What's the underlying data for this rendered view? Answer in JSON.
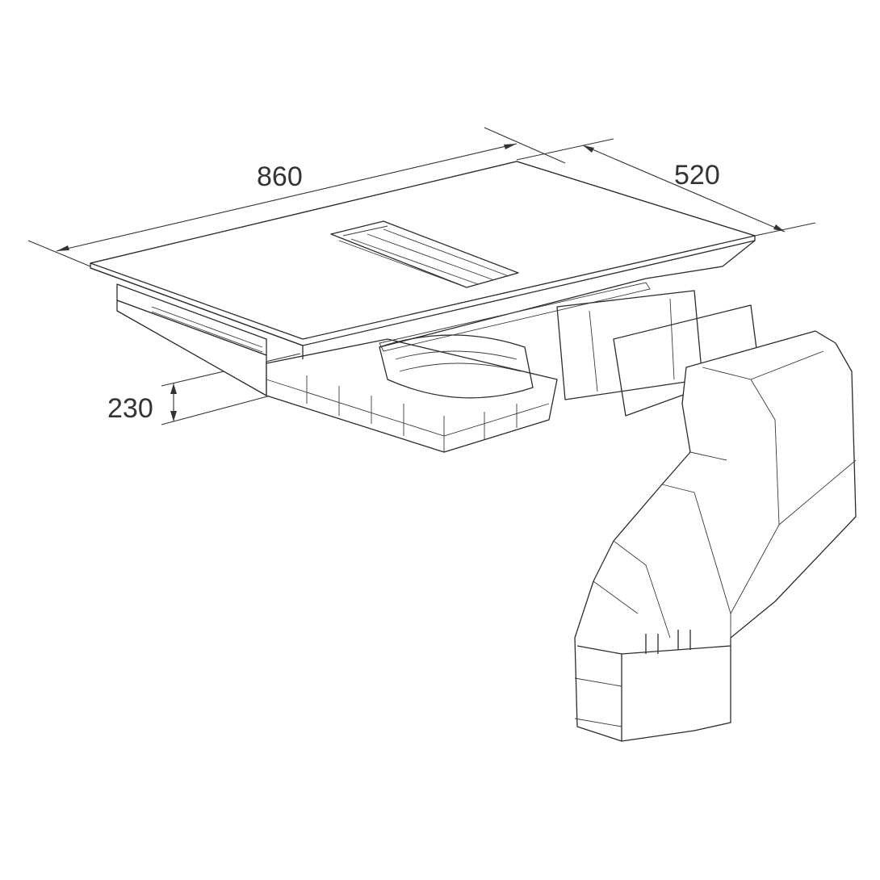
{
  "drawing": {
    "dimensions": {
      "width_label": "860",
      "depth_label": "520",
      "height_label": "230"
    },
    "line_color": "#2b2b2b",
    "background": "#ffffff"
  }
}
